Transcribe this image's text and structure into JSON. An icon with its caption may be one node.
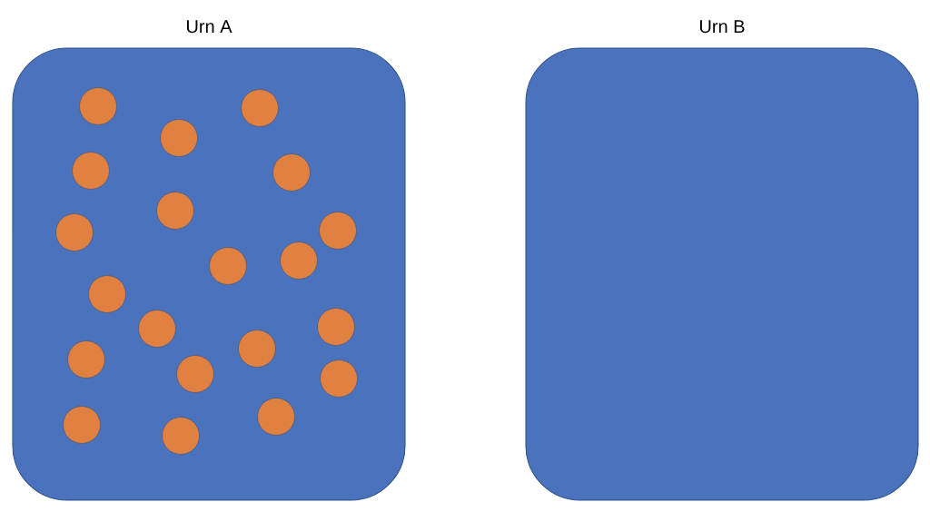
{
  "diagram": {
    "nodes": [
      {
        "text": [
          "Urn A"
        ]
      },
      {
        "text": [],
        "shape": "circle",
        "in": 0
      },
      {
        "text": [],
        "shape": "circle",
        "in": 0
      },
      {
        "text": [],
        "shape": "circle",
        "in": 0
      },
      {
        "text": [],
        "shape": "circle",
        "in": 0
      },
      {
        "text": [],
        "shape": "circle",
        "in": 0
      },
      {
        "text": [],
        "shape": "circle",
        "in": 0
      },
      {
        "text": [],
        "shape": "circle",
        "in": 0
      },
      {
        "text": [],
        "shape": "circle",
        "in": 0
      },
      {
        "text": [],
        "shape": "circle",
        "in": 0
      },
      {
        "text": [],
        "shape": "circle",
        "in": 0
      },
      {
        "text": [],
        "shape": "circle",
        "in": 0
      },
      {
        "text": [],
        "shape": "circle",
        "in": 0
      },
      {
        "text": [],
        "shape": "circle",
        "in": 0
      },
      {
        "text": [],
        "shape": "circle",
        "in": 0
      },
      {
        "text": [],
        "shape": "circle",
        "in": 0
      },
      {
        "text": [],
        "shape": "circle",
        "in": 0
      },
      {
        "text": [],
        "shape": "circle",
        "in": 0
      },
      {
        "text": [],
        "shape": "circle",
        "in": 0
      },
      {
        "text": [],
        "shape": "circle",
        "in": 0
      },
      {
        "text": [],
        "shape": "circle",
        "in": 0
      },
      {
        "text": [
          "Urn B"
        ]
      }
    ]
  }
}
